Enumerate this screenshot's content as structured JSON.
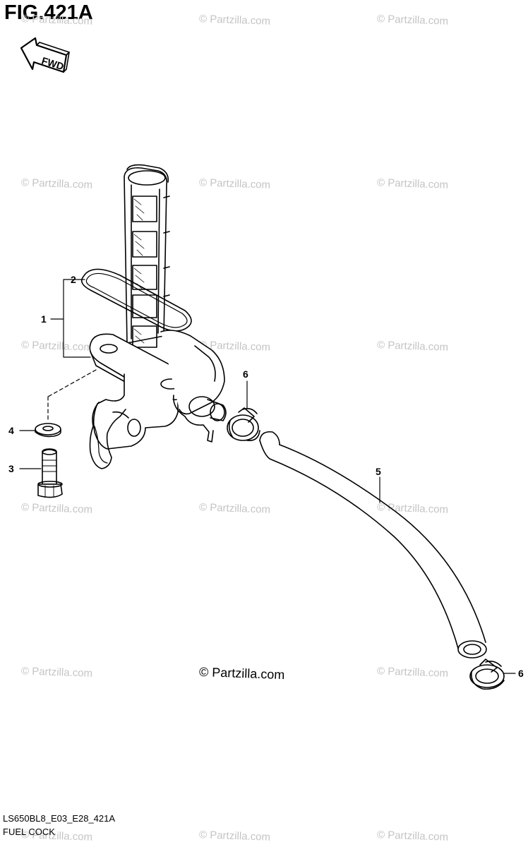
{
  "figure": {
    "title": "FIG.421A",
    "model_code": "LS650BL8_E03_E28_421A",
    "section_name": "FUEL COCK",
    "fwd_label": "FWD"
  },
  "watermark": {
    "text": "© Partzilla.com"
  },
  "callouts": [
    {
      "id": "1",
      "label": "1"
    },
    {
      "id": "2",
      "label": "2"
    },
    {
      "id": "3",
      "label": "3"
    },
    {
      "id": "4",
      "label": "4"
    },
    {
      "id": "5",
      "label": "5"
    },
    {
      "id": "6a",
      "label": "6"
    },
    {
      "id": "6b",
      "label": "6"
    }
  ],
  "colors": {
    "line": "#000000",
    "watermark": "#c4c4c4",
    "background": "#ffffff"
  }
}
